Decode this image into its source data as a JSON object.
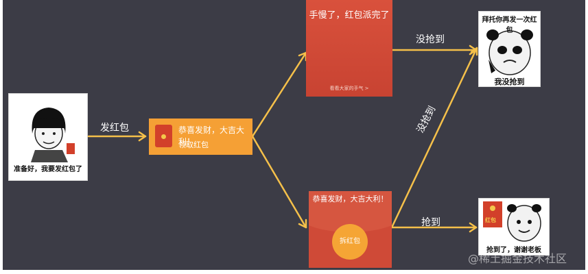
{
  "left_card": {
    "caption": "准备好，我要发红包了"
  },
  "small_envelope": {
    "line1": "恭喜发财，大吉大利！",
    "line2": "领取红包"
  },
  "top_envelope": {
    "title": "手慢了，红包派完了",
    "link": "看看大家的手气 >"
  },
  "bottom_envelope": {
    "title": "恭喜发财，大吉大利！",
    "open_button": "拆红包"
  },
  "top_right_card": {
    "caption_top": "拜托你再发一次红包",
    "caption_bottom": "我没抢到"
  },
  "bottom_right_card": {
    "envelope_text": "红包",
    "caption": "抢到了，谢谢老板"
  },
  "edge_labels": {
    "send": "发红包",
    "missed_top": "没抢到",
    "missed_diag": "没抢到",
    "got": "抢到"
  },
  "watermark": "@稀土掘金技术社区",
  "colors": {
    "background": "#3c3c46",
    "arrow": "#f5c04a",
    "envelope_red": "#d2402a",
    "envelope_orange": "#f5a035"
  }
}
